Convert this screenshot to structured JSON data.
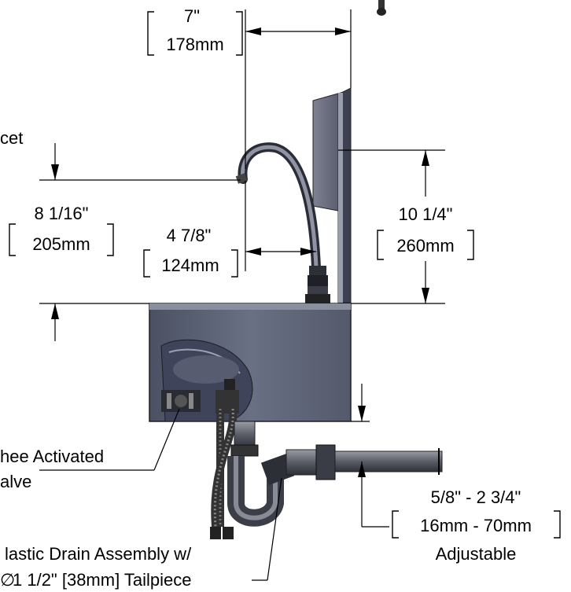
{
  "dimensions": {
    "top_width": {
      "inch": "7\"",
      "mm": "178mm"
    },
    "faucet_height": {
      "inch": "8 1/16\"",
      "mm": "205mm"
    },
    "spout_reach": {
      "inch": "4 7/8\"",
      "mm": "124mm"
    },
    "backsplash_height": {
      "inch": "10 1/4\"",
      "mm": "260mm"
    },
    "adjustable_range": {
      "range": "5/8\" - 2 3/4\"",
      "mm": "16mm - 70mm",
      "note": "Adjustable"
    }
  },
  "callouts": {
    "faucet": "cet",
    "knee_valve_line1": "hee Activated",
    "knee_valve_line2": "alve",
    "drain_line1": "lastic Drain Assembly w/",
    "drain_line2": "1 1/2\" [38mm] Tailpiece",
    "diameter_symbol": "∅"
  },
  "colors": {
    "sink_body": "#5c6275",
    "sink_shadow": "#3a3e4e",
    "backsplash": "#6e7283",
    "pipe_dark": "#2a2c33",
    "drain_gray": "#4a4c57",
    "pipe_light": "#8a8c95"
  }
}
